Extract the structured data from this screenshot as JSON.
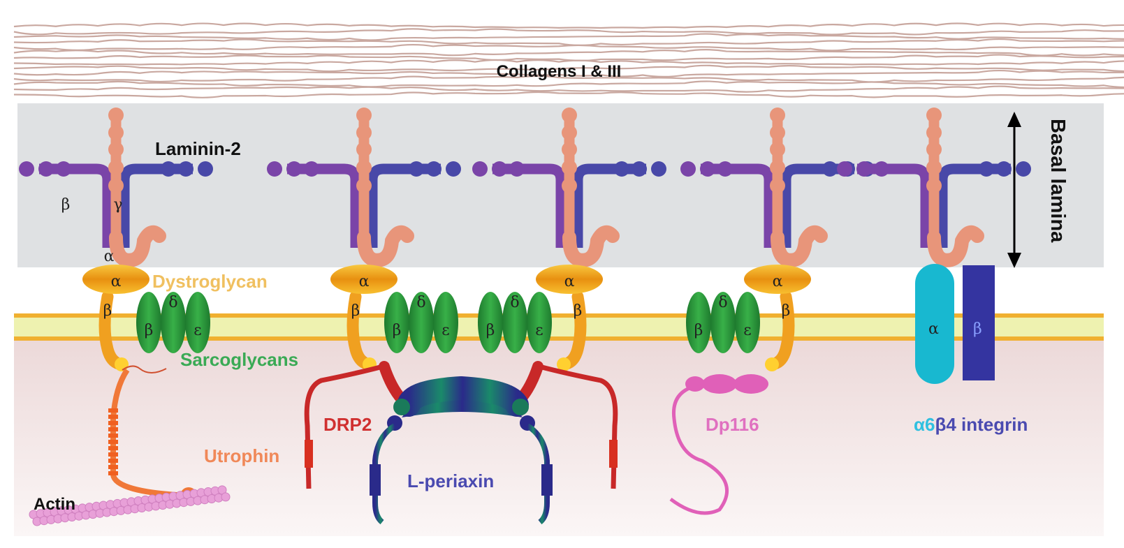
{
  "labels": {
    "collagens": "Collagens I & III",
    "laminin": "Laminin-2",
    "basal_lamina": "Basal lamina",
    "dystroglycan": "Dystroglycan",
    "sarcoglycans": "Sarcoglycans",
    "utrophin": "Utrophin",
    "actin": "Actin",
    "drp2": "DRP2",
    "periaxin": "L-periaxin",
    "dp116": "Dp116",
    "integrin_alpha": "α6",
    "integrin_beta": "β4 integrin"
  },
  "greek": {
    "alpha": "α",
    "beta": "β",
    "gamma": "γ",
    "delta": "δ",
    "epsilon": "ε"
  },
  "colors": {
    "laminin_alpha": "#e8957a",
    "laminin_beta": "#7a44a8",
    "laminin_gamma": "#4848a8",
    "dystroglycan": "#f0a820",
    "sarcoglycan": "#2e9a40",
    "utrophin": "#f07838",
    "drp2": "#c82828",
    "periaxin": "#2a2a8a",
    "dp116": "#e060b8",
    "integrin_alpha": "#18b8d0",
    "integrin_beta": "#3434a0"
  }
}
